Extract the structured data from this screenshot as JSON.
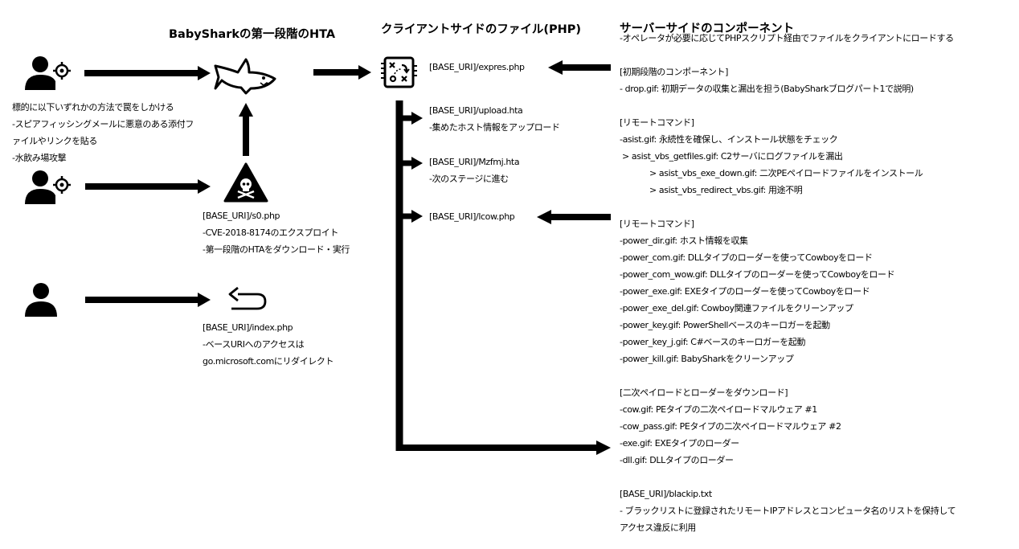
{
  "titles": {
    "first_stage": "BabySharkの第一段階のHTA",
    "client_side": "クライアントサイドのファイル(PHP)",
    "server_side": "サーバーサイドのコンポーネント"
  },
  "infection_methods": [
    "標的に以下いずれかの方法で罠をしかける",
    "-スピアフィッシングメールに悪意のある添付フ",
    "ァイルやリンクを貼る",
    "-水飲み場攻撃"
  ],
  "s0_block": [
    "[BASE_URI]/s0.php",
    "-CVE-2018-8174のエクスプロイト",
    "-第一段階のHTAをダウンロード・実行"
  ],
  "index_block": [
    "[BASE_URI]/index.php",
    "-ベースURIへのアクセスは",
    "go.microsoft.comにリダイレクト"
  ],
  "client_files": {
    "expres": [
      "[BASE_URI]/expres.php"
    ],
    "upload": [
      "[BASE_URI]/upload.hta",
      "-集めたホスト情報をアップロード"
    ],
    "mzfmj": [
      "[BASE_URI]/Mzfmj.hta",
      "-次のステージに進む"
    ],
    "lcow": [
      "[BASE_URI]/lcow.php"
    ]
  },
  "server": {
    "intro": "-オペレータが必要に応じてPHPスクリプト経由でファイルをクライアントにロードする",
    "initial": [
      "[初期段階のコンポーネント]",
      "- drop.gif: 初期データの収集と漏出を担う(BabySharkブログパート1で説明)"
    ],
    "remote1": [
      "[リモートコマンド]",
      "-asist.gif: 永続性を確保し、インストール状態をチェック",
      " > asist_vbs_getfiles.gif: C2サーバにログファイルを漏出",
      "> asist_vbs_exe_down.gif: 二次PEペイロードファイルをインストール",
      "> asist_vbs_redirect_vbs.gif: 用途不明"
    ],
    "remote2": [
      "[リモートコマンド]",
      "-power_dir.gif: ホスト情報を収集",
      "-power_com.gif: DLLタイプのローダーを使ってCowboyをロード",
      "-power_com_wow.gif: DLLタイプのローダーを使ってCowboyをロード",
      "-power_exe.gif: EXEタイプのローダーを使ってCowboyをロード",
      "-power_exe_del.gif: Cowboy関連ファイルをクリーンアップ",
      "-power_key.gif: PowerShellベースのキーロガーを起動",
      "-power_key_j.gif: C#ベースのキーロガーを起動",
      "-power_kill.gif: BabySharkをクリーンアップ"
    ],
    "payloads": [
      "[二次ペイロードとローダーをダウンロード]",
      "-cow.gif: PEタイプの二次ペイロードマルウェア #1",
      "-cow_pass.gif: PEタイプの二次ペイロードマルウェア #2",
      "-exe.gif: EXEタイプのローダー",
      "-dll.gif: DLLタイプのローダー"
    ],
    "blackip": [
      "[BASE_URI]/blackip.txt",
      "- ブラックリストに登録されたリモートIPアドレスとコンピュータ名のリストを保持して",
      "アクセス違反に利用"
    ]
  },
  "icons": {
    "attacker": "attacker-target-icon",
    "user": "user-icon",
    "shark": "shark-icon",
    "warning": "skull-warning-icon",
    "redirect": "redirect-arrow-icon",
    "file": "file-strategy-icon"
  },
  "colors": {
    "ink": "#000000",
    "background": "#ffffff"
  }
}
